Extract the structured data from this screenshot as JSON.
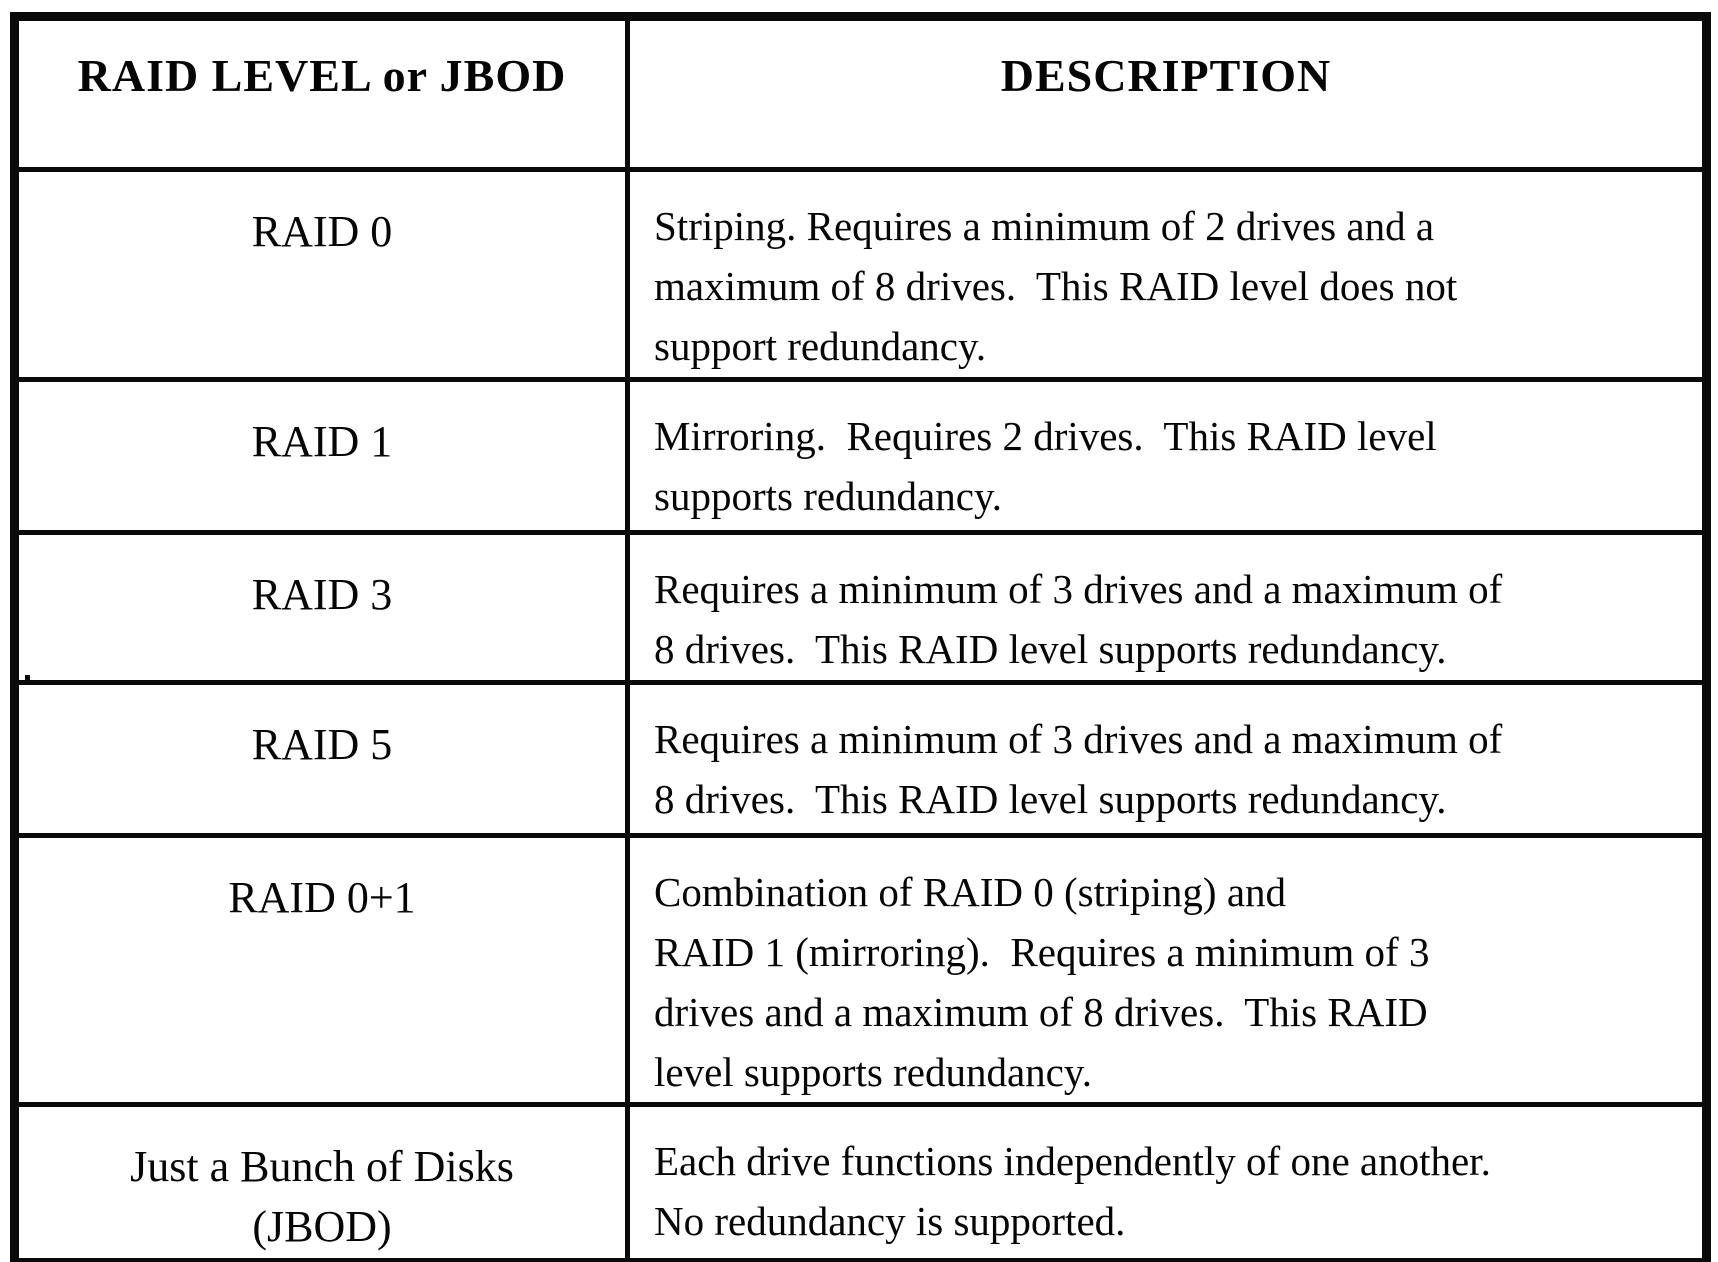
{
  "table": {
    "columns": [
      {
        "label": "RAID LEVEL or JBOD"
      },
      {
        "label": "DESCRIPTION"
      }
    ],
    "rows": [
      {
        "level": "RAID 0",
        "description": "Striping. Requires a minimum of 2 drives and a\nmaximum of 8 drives.  This RAID level does not\nsupport redundancy."
      },
      {
        "level": "RAID 1",
        "description": "Mirroring.  Requires 2 drives.  This RAID level\nsupports redundancy."
      },
      {
        "level": "RAID 3",
        "description": "Requires a minimum of 3 drives and a maximum of\n8 drives.  This RAID level supports redundancy."
      },
      {
        "level": "RAID 5",
        "description": "Requires a minimum of 3 drives and a maximum of\n8 drives.  This RAID level supports redundancy."
      },
      {
        "level": "RAID 0+1",
        "description": "Combination of RAID 0 (striping) and\nRAID 1 (mirroring).  Requires a minimum of 3\ndrives and a maximum of 8 drives.  This RAID\nlevel supports redundancy."
      },
      {
        "level": "Just a Bunch of Disks\n(JBOD)",
        "description": "Each drive functions independently of one another.\nNo redundancy is supported."
      }
    ],
    "ink_color": "#0a0a0a",
    "paper_color": "#ffffff"
  }
}
